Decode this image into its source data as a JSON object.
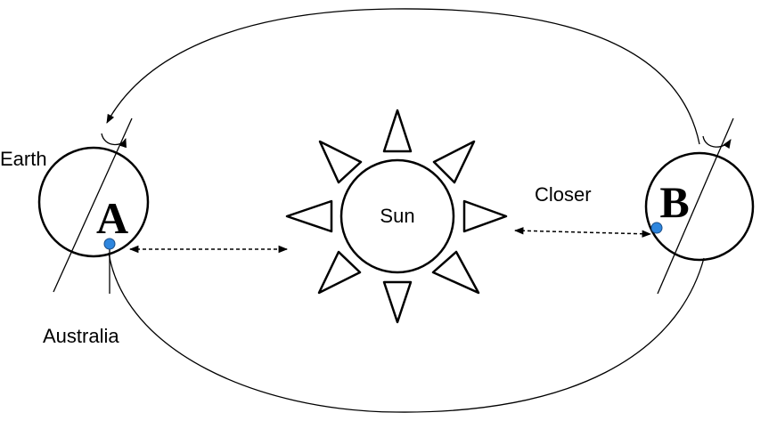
{
  "labels": {
    "earth": "Earth",
    "sun": "Sun",
    "closer": "Closer",
    "australia": "Australia",
    "position_a": "A",
    "position_b": "B"
  },
  "colors": {
    "stroke": "#000000",
    "background": "#ffffff",
    "marker": "#2e86de"
  }
}
